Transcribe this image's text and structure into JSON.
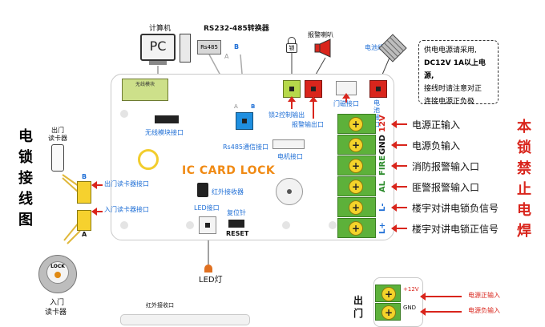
{
  "left_title": [
    "电",
    "锁",
    "接",
    "线",
    "图"
  ],
  "right_title": [
    "本",
    "锁",
    "禁",
    "止",
    "电",
    "焊"
  ],
  "computer": {
    "label": "计算机",
    "screen": "PC"
  },
  "converter": {
    "label": "RS232-485转换器",
    "chip": "Rs485",
    "pin_a": "A",
    "pin_b": "B"
  },
  "horn": {
    "label": "报警喇叭"
  },
  "lock_icon": {
    "text": "锁"
  },
  "battery": {
    "label": "电池组"
  },
  "note_text": [
    "供电电源请采用,",
    "DC12V 1A以上电源,",
    "接线时请注意对正",
    "连接电源正负极"
  ],
  "board_title": "IC CARD LOCK",
  "top_conn_labels": {
    "lock2": "锁2控制输出",
    "alarm": "报警输出口",
    "door_magnet": "门磁接口",
    "battery_port": "电池接口"
  },
  "wireless": {
    "module": "无线模块",
    "port": "无线模块接口"
  },
  "rs485_port": {
    "label": "Rs485通信接口",
    "pin_a": "A",
    "pin_b": "B"
  },
  "motor_port": "电机接口",
  "exit_reader": {
    "label": [
      "出门",
      "读卡器"
    ],
    "port": "出门读卡器接口",
    "pin_b": "B",
    "pin_a": "A"
  },
  "entry_reader_port": "入门读卡器接口",
  "entry_reader": {
    "label": [
      "入门",
      "读卡器"
    ],
    "badge": "LOCK"
  },
  "ir_receiver": "红外接收器",
  "led_port": "LED接口",
  "reset": {
    "label": "复位针",
    "button": "RESET"
  },
  "led_lamp": "LED灯",
  "terminals": [
    {
      "pin": "12V",
      "desc": "电源正输入",
      "color": "#d9251c"
    },
    {
      "pin": "GND",
      "desc": "电源负输入",
      "color": "#111111"
    },
    {
      "pin": "FIRE",
      "desc": "消防报警输入口",
      "color": "#2a8a2a"
    },
    {
      "pin": "AL",
      "desc": "匪警报警输入口",
      "color": "#2a8a2a"
    },
    {
      "pin": "L-",
      "desc": "楼宇对讲电锁负信号",
      "color": "#1f6fd6"
    },
    {
      "pin": "L+",
      "desc": "楼宇对讲电锁正信号",
      "color": "#1f6fd6"
    }
  ],
  "lower_board": {
    "title": [
      "出",
      "门"
    ],
    "pins": [
      "+12V",
      "GND"
    ],
    "descs": [
      "电源正输入",
      "电源负输入"
    ],
    "ir_label": "红外接收口"
  }
}
